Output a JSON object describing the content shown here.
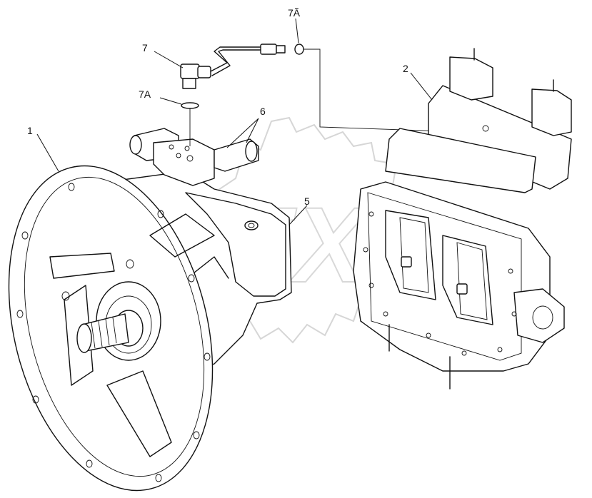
{
  "callouts": {
    "c1": "1",
    "c2": "2",
    "c5": "5",
    "c6": "6",
    "c7": "7",
    "c7a_top": "7Ã",
    "c7a": "7A"
  },
  "watermark": "OPEX",
  "colors": {
    "ink": "#111111",
    "watermark": "#d6d6d6",
    "background": "#ffffff"
  }
}
